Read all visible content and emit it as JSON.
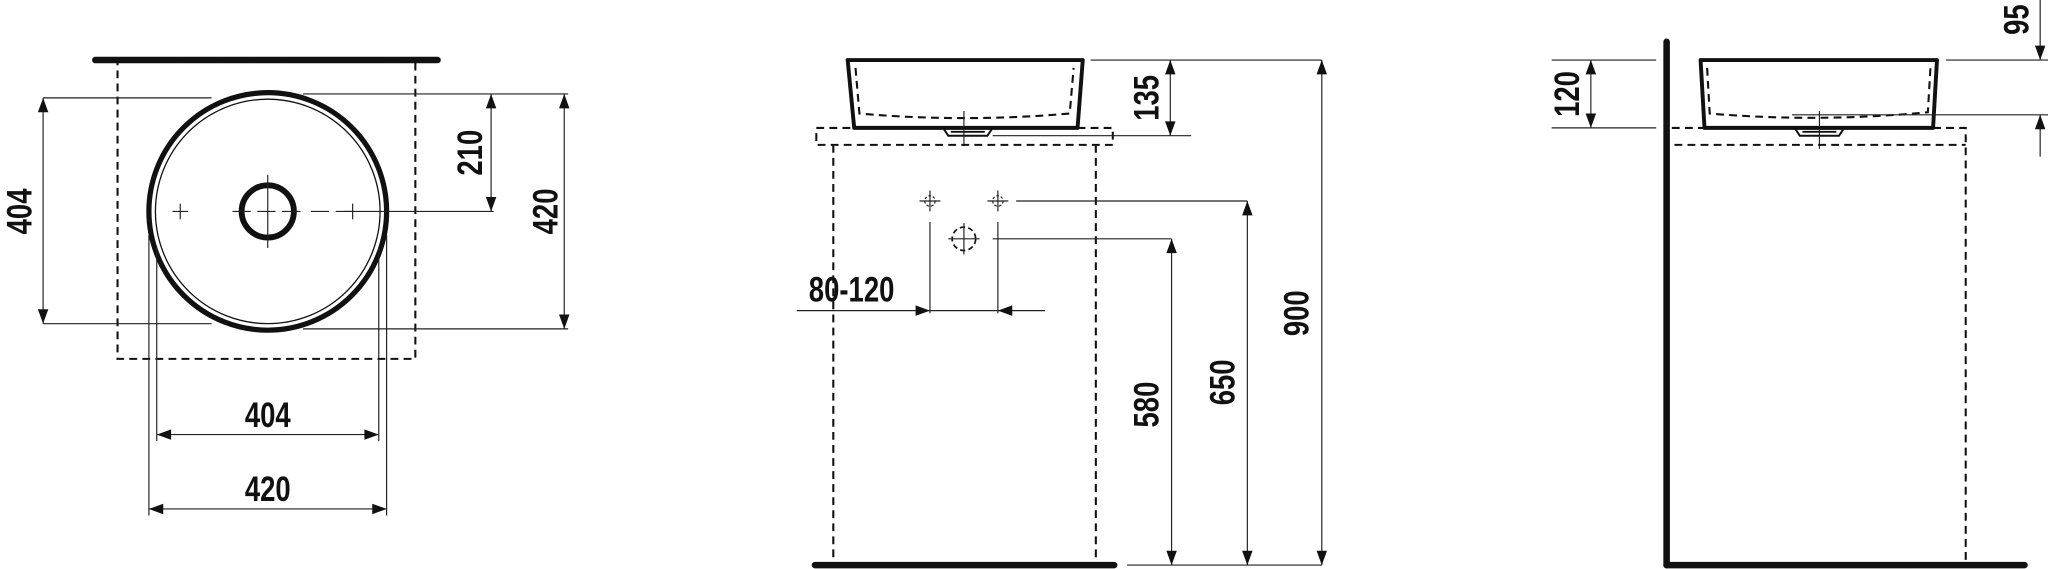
{
  "plan_view": {
    "dim_depth_inner": "404",
    "dim_drain_offset": "210",
    "dim_depth_outer": "420",
    "dim_width_inner": "404",
    "dim_width_outer": "420"
  },
  "front_view": {
    "dim_basin_height": "135",
    "dim_tap_spacing": "80-120",
    "dim_drain_height": "580",
    "dim_tap_height": "650",
    "dim_top_height": "900"
  },
  "side_view": {
    "dim_basin_height": "120",
    "dim_bowl_depth": "95"
  },
  "colors": {
    "line": "#111111",
    "background": "#ffffff"
  }
}
